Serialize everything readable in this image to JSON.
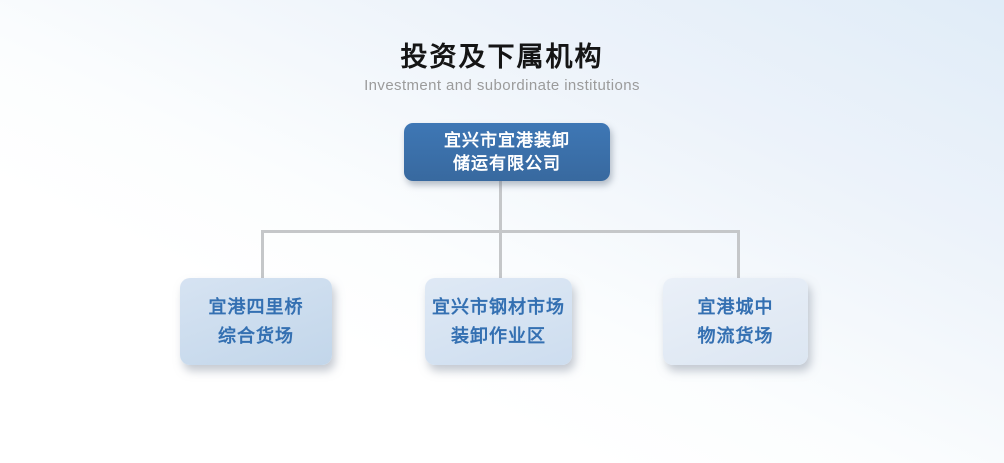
{
  "header": {
    "title": "投资及下属机构",
    "subtitle": "Investment and subordinate institutions"
  },
  "org_chart": {
    "root": {
      "lines": [
        "宜兴市宜港装卸",
        "储运有限公司"
      ]
    },
    "children": [
      {
        "lines": [
          "宜港四里桥",
          "综合货场"
        ]
      },
      {
        "lines": [
          "宜兴市钢材市场",
          "装卸作业区"
        ]
      },
      {
        "lines": [
          "宜港城中",
          "物流货场"
        ]
      }
    ]
  },
  "colors": {
    "root_node_bg": "#3b73b0",
    "root_node_text": "#ffffff",
    "child_node_bg": "#cdddef",
    "child_node_text": "#3470b2",
    "connector_line": "#c5c7c9",
    "title_text": "#151515",
    "subtitle_text": "#9b9b9b",
    "background_top": "#e0ecf8",
    "background_bottom": "#ffffff"
  }
}
